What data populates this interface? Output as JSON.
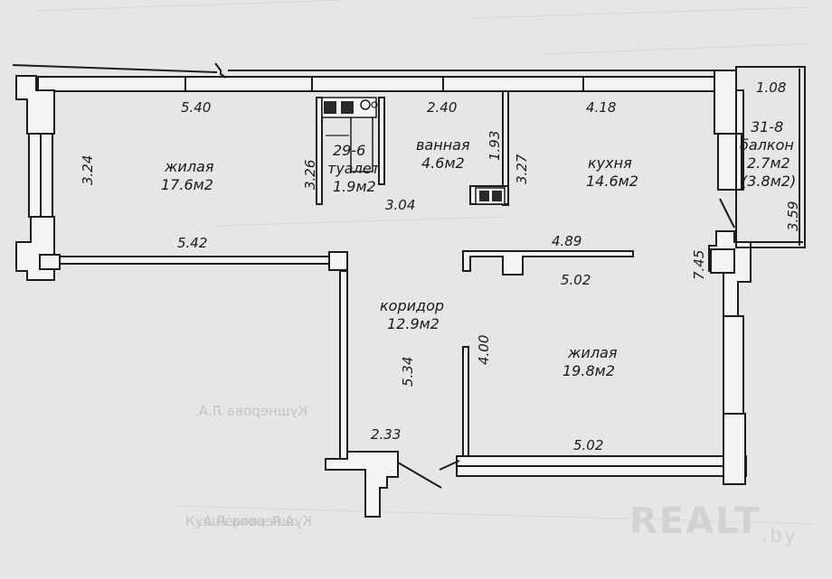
{
  "rooms": {
    "living1": {
      "name": "жилая",
      "area": "17.6м2"
    },
    "bath_number": "29-6",
    "bath": {
      "name": "ванная",
      "area": "4.6м2"
    },
    "toilet": {
      "name": "туалет",
      "area": "1.9м2"
    },
    "kitchen": {
      "name": "кухня",
      "area": "14.6м2"
    },
    "balcony": {
      "number": "31-8",
      "name": "балкон",
      "area": "2.7м2",
      "area_alt": "(3.8м2)"
    },
    "corridor": {
      "name": "коридор",
      "area": "12.9м2"
    },
    "living2": {
      "name": "жилая",
      "area": "19.8м2"
    }
  },
  "dimensions": {
    "top_left": "5.40",
    "top_mid": "2.40",
    "top_right": "4.18",
    "balcony_width": "1.08",
    "left_height": "3.24",
    "toilet_height": "3.26",
    "bath_height": "1.93",
    "kitchen_height": "3.27",
    "toilet_width": "3.04",
    "balcony_height": "3.59",
    "room1_bottom": "5.42",
    "kitchen_width": "4.89",
    "right_height": "7.45",
    "living2_top": "5.02",
    "living2_height": "4.00",
    "corridor_height": "5.34",
    "entry_width": "2.33",
    "living2_bottom": "5.02"
  },
  "background_text": {
    "signature_mirrored": "Кушнерова Л.А.",
    "signature_mirrored_2": "Кушнерова Л.А.",
    "bottom_left": "Кушнерова Л.А."
  },
  "watermark": {
    "brand": "REALT",
    "suffix": ".by"
  }
}
